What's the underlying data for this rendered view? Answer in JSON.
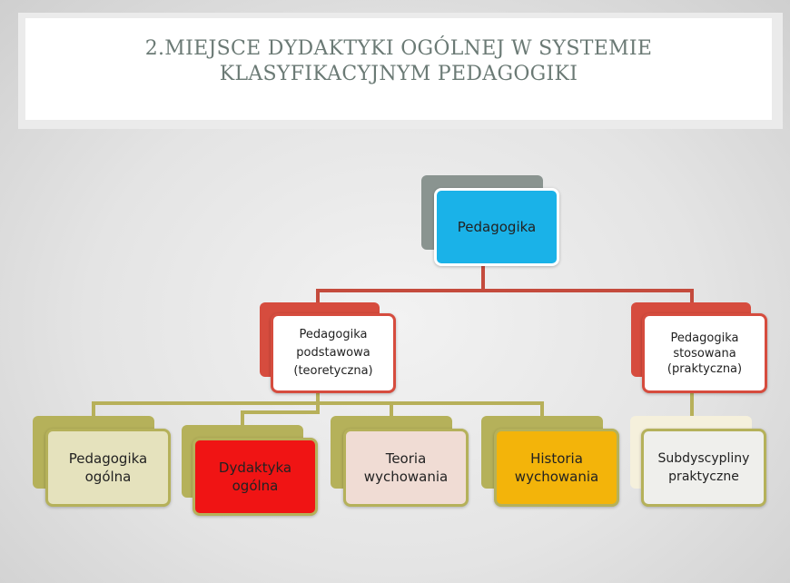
{
  "title": {
    "line1": "2.MIEJSCE DYDAKTYKI OGÓLNEJ W SYSTEMIE",
    "line2": "KLASYFIKACYJNYM PEDAGOGIKI"
  },
  "colors": {
    "root_back": "#8a9490",
    "root_front": "#1ab2e8",
    "red_back": "#d64c3e",
    "red_border": "#d64c3e",
    "olive": "#b5b15a",
    "olive_light": "#e5e2bd",
    "dydaktyka": "#f01414",
    "teoria": "#f0dcd4",
    "historia": "#f3b40a",
    "subdys_back": "#f5f0dc",
    "subdys_front": "#efefec",
    "connector_red": "#c44b3d",
    "connector_olive": "#b7b05a"
  },
  "nodes": {
    "root": {
      "label": "Pedagogika"
    },
    "podstawowa": {
      "lines": [
        "Pedagogika",
        "podstawowa",
        "(teoretyczna)"
      ]
    },
    "stosowana": {
      "lines": [
        "Pedagogika",
        "stosowana",
        "(praktyczna)"
      ]
    },
    "ogolna": {
      "lines": [
        "Pedagogika",
        "ogólna"
      ]
    },
    "dydaktyka": {
      "lines": [
        "Dydaktyka",
        "ogólna"
      ]
    },
    "teoria": {
      "lines": [
        "Teoria",
        "wychowania"
      ]
    },
    "historia": {
      "lines": [
        "Historia",
        "wychowania"
      ]
    },
    "subdyscypliny": {
      "lines": [
        "Subdyscypliny",
        "praktyczne"
      ]
    }
  }
}
